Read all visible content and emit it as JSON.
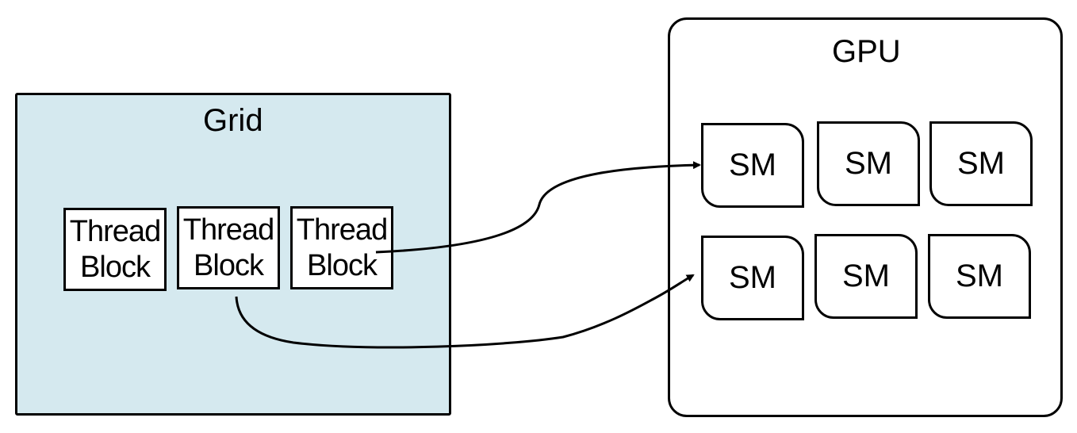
{
  "grid": {
    "title": "Grid",
    "thread_blocks": [
      {
        "line1": "Thread",
        "line2": "Block"
      },
      {
        "line1": "Thread",
        "line2": "Block"
      },
      {
        "line1": "Thread",
        "line2": "Block"
      }
    ]
  },
  "gpu": {
    "title": "GPU",
    "sms": [
      "SM",
      "SM",
      "SM",
      "SM",
      "SM",
      "SM"
    ]
  },
  "colors": {
    "grid_fill": "#d5e9ef",
    "stroke": "#000000",
    "background": "#ffffff"
  }
}
